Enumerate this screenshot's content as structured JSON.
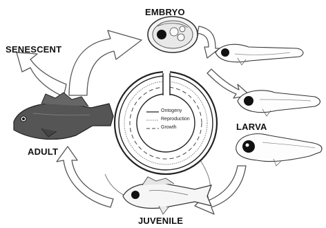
{
  "stages": {
    "embryo": "EMBRYO",
    "senescent": "SENESCENT",
    "larva": "LARVA",
    "adult": "ADULT",
    "juvenile": "JUVENILE"
  },
  "legend": {
    "ontogeny": "Ontogeny",
    "reproduction": "Reproduction",
    "growth": "Growth"
  }
}
